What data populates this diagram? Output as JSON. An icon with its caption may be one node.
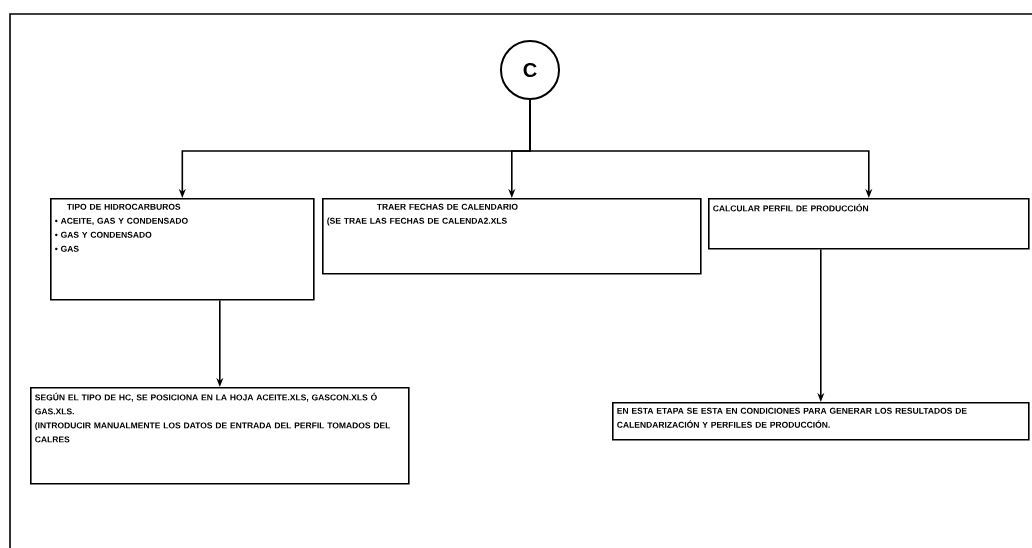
{
  "diagram": {
    "nodes": [
      {
        "text": [
          "C"
        ]
      },
      {
        "text": [
          "TIPO DE HIDROCARBUROS",
          "• ACEITE, GAS Y CONDENSADO",
          "• GAS Y CONDENSADO",
          "• GAS"
        ]
      },
      {
        "text": [
          "TRAER FECHAS DE CALENDARIO",
          "(SE TRAE LAS FECHAS DE CALENDA2.XLS"
        ]
      },
      {
        "text": [
          "CALCULAR PERFIL DE PRODUCCIÓN"
        ]
      },
      {
        "text": [
          "SEGÚN EL TIPO DE HC, SE POSICIONA EN LA HOJA ACEITE.XLS, GASCON.XLS Ó GAS.XLS.",
          "(INTRODUCIR MANUALMENTE LOS DATOS DE ENTRADA DEL PERFIL TOMADOS DEL CALRES"
        ]
      },
      {
        "text": [
          "EN ESTA ETAPA SE ESTA EN CONDICIONES PARA GENERAR LOS RESULTADOS DE CALENDARIZACIÓN Y PERFILES DE PRODUCCIÓN."
        ]
      }
    ],
    "edges": [
      {
        "from": 0,
        "to": 1,
        "arrow": "to"
      },
      {
        "from": 0,
        "to": 2,
        "arrow": "to"
      },
      {
        "from": 0,
        "to": 3,
        "arrow": "to"
      },
      {
        "from": 1,
        "to": 4,
        "arrow": "to"
      },
      {
        "from": 3,
        "to": 5,
        "arrow": "to"
      }
    ]
  }
}
